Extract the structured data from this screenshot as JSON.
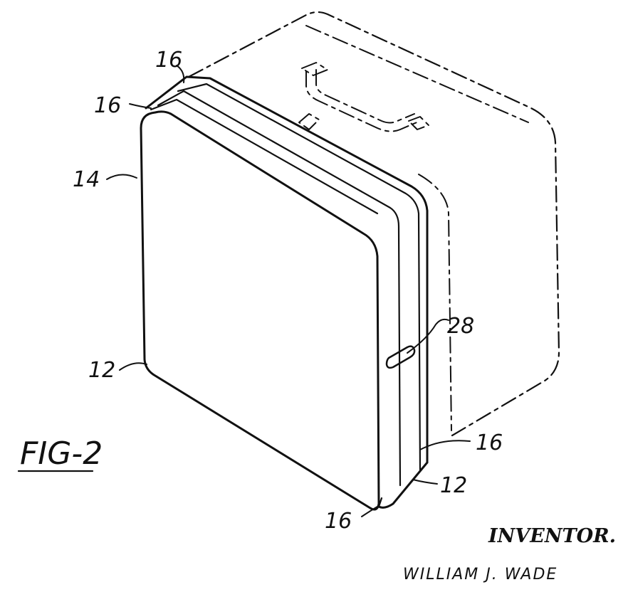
{
  "figure": {
    "label": "FIG-2"
  },
  "reference_numerals": {
    "top_left_band": "16",
    "top_band": "16",
    "front_panel": "14",
    "front_edge": "12",
    "latch": "28",
    "right_band": "16",
    "bottom_edge": "12",
    "bottom_band": "16"
  },
  "inventor": {
    "heading": "INVENTOR.",
    "name": "WILLIAM J. WADE"
  }
}
